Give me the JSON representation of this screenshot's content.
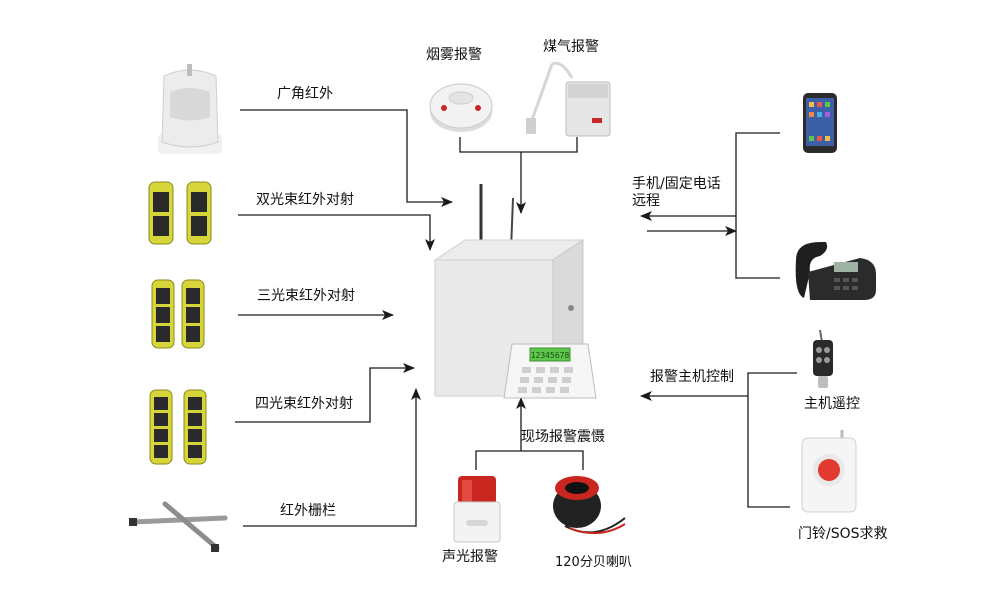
{
  "labels": {
    "wide_angle_ir": "广角红外",
    "dual_beam": "双光束红外对射",
    "triple_beam": "三光束红外对射",
    "quad_beam": "四光束红外对射",
    "ir_fence": "红外栅栏",
    "smoke_alarm": "烟雾报警",
    "gas_alarm": "煤气报警",
    "phone_line1": "手机/固定电话",
    "phone_line2": "远程",
    "host_control": "报警主机控制",
    "remote": "主机遥控",
    "doorbell_sos": "门铃/SOS求救",
    "onsite_deterrent": "现场报警震慑",
    "strobe_siren": "声光报警",
    "horn": "120分贝喇叭"
  },
  "keypad_display": "12345678",
  "colors": {
    "beam_yellow": "#d6d63a",
    "siren_red": "#c8261e",
    "sos_red": "#e23a2e",
    "lcd_green": "#5cc74a",
    "wire": "#1a1a1a"
  },
  "icons": [
    "pir-sensor-icon",
    "beam-detector-icon",
    "ir-fence-icon",
    "smoke-detector-icon",
    "gas-detector-icon",
    "alarm-panel-icon",
    "keypad-icon",
    "smartphone-icon",
    "desk-phone-icon",
    "key-fob-icon",
    "sos-button-icon",
    "strobe-siren-icon",
    "horn-speaker-icon"
  ]
}
